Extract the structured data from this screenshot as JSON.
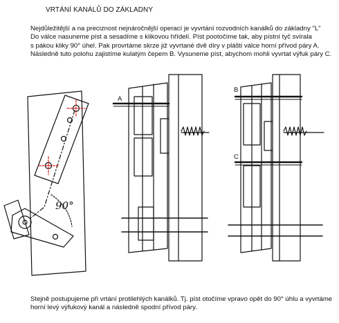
{
  "document": {
    "title": "VRTÁNÍ KANÁLŮ DO ZÁKLADNY",
    "intro_lines": [
      "Nejdůležitější a na preciznost nejnáročnější operací je vyvrtání rozvodních kanálků do základny \"L\"",
      "Do válce nasuneme píst a sesadíme s klikovou hřídelí. Píst     pootočíme tak, aby pístní tyč svírala",
      "s pákou kliky 90° úhel. Pak provrtáme skrze již vyvrtané dvě díry v plášti válce horní přívod páry A.",
      "Následně tuto polohu zajistíme kulatým čepem B. Vysuneme píst, abychom mohli vyvrtat výfuk páry C."
    ],
    "outro_lines": [
      "Stejně postupujeme při vrtání protilehlých kanálků. Tj. píst otočíme vpravo opět do 90° úhlu a vyvrtáme",
      "horní levý výfukový kanál a následně spodní přívod páry."
    ]
  },
  "figure": {
    "angle_label": "90°",
    "label_a": "A",
    "label_b": "B",
    "label_c": "C"
  }
}
